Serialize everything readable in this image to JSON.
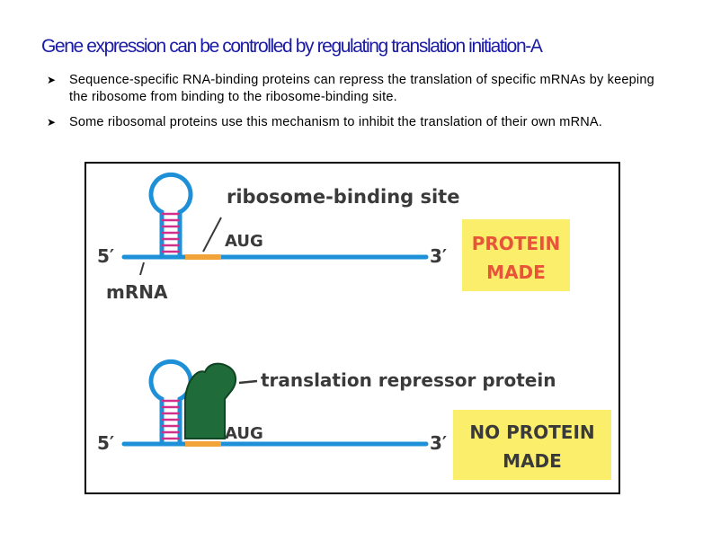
{
  "title": "Gene expression can be controlled by regulating translation   initiation-A",
  "bullets": [
    "Sequence-specific RNA-binding proteins can repress the translation of specific mRNAs by keeping the ribosome from binding to the ribosome-binding site.",
    "Some ribosomal proteins use this mechanism to inhibit the translation of their own mRNA."
  ],
  "figure": {
    "top_panel": {
      "site_label": "ribosome-binding site",
      "codon": "AUG",
      "five_prime": "5′",
      "three_prime": "3′",
      "mrna_label": "mRNA",
      "result_line1": "PROTEIN",
      "result_line2": "MADE"
    },
    "bottom_panel": {
      "repressor_label": "translation repressor protein",
      "codon": "AUG",
      "five_prime": "5′",
      "three_prime": "3′",
      "result_line1": "NO PROTEIN",
      "result_line2": "MADE"
    },
    "colors": {
      "mrna": "#1e90d8",
      "aug": "#f2a43a",
      "stem_rungs": "#d0308c",
      "repressor": "#1f6b3a",
      "result_box": "#fbee6b",
      "result_text_made": "#e8543a",
      "result_text_none": "#3a3a3a"
    }
  }
}
